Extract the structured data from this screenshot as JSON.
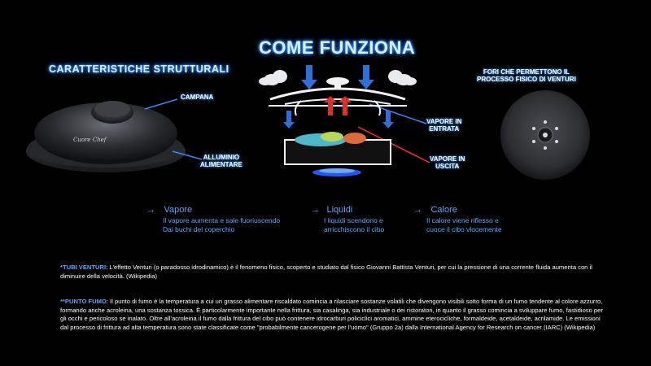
{
  "main_title": "COME FUNZIONA",
  "left_title": "CARATTERISTICHE STRUTTURALI",
  "labels": {
    "campana": "CAMPANA",
    "alluminio": "ALLUMINIO\nALIMENTARE",
    "fori": "FORI CHE PERMETTONO IL\nPROCESSO FISICO DI VENTURI",
    "vapore_entrata": "VAPORE IN\nENTRATA",
    "vapore_uscita": "VAPORE IN\nUSCITA",
    "brand": "Cuore Chef"
  },
  "sections": [
    {
      "title": "Vapore",
      "body": "Il vapore aumenta e sale fuoriuscendo\nDai buchi del coperchio"
    },
    {
      "title": "Liquidi",
      "body": "I liquidi scendono e\narricchiscono il cibo"
    },
    {
      "title": "Calore",
      "body": "Il calore viene riflesso e\ncuoce il cibo vlocemente"
    }
  ],
  "arrow_glyph": "→",
  "tubi": {
    "key": "*TUBI VENTURI",
    "text": ": L'effetto Venturi (o paradosso idrodinamico) è il fenomeno fisico, scoperto e studiato dal fisico Giovanni Battista Venturi, per cui la pressione di una corrente fluida aumenta con il diminuire della velocità. (Wikipedia)"
  },
  "punto_fumo": {
    "key": "**PUNTO FUMO",
    "text": ": Il punto di fumo è la temperatura a cui un grasso alimentare riscaldato comincia a rilasciare sostanze volatili che divengono visibili sotto forma di un fumo tendente al colore azzurro, formando anche acroleina, una sostanza tossica. È particolarmente importante nella frittura, sia casalinga, sia industriale o dei ristoratori, in quanto il grasso comincia a sviluppare fumo, fastidioso per gli occhi e pericoloso se inalato. Oltre all'acroleina il fumo dalla frittura del cibo può contenere idrocarburi policiclici aromatici, ammine eterocicliche, formaldeide, acetaldeide, acrilamide. Le emissioni dal processo di frittura ad alta temperatura sono state classificate come \"probabilmente cancerogene per l'uomo\" (Gruppo 2a) dalla International Agency for Research on cancer (IARC) (Wikipedia)"
  },
  "colors": {
    "accent": "#5aa8ff",
    "glow": "#2f8cff",
    "background": "#000000"
  }
}
